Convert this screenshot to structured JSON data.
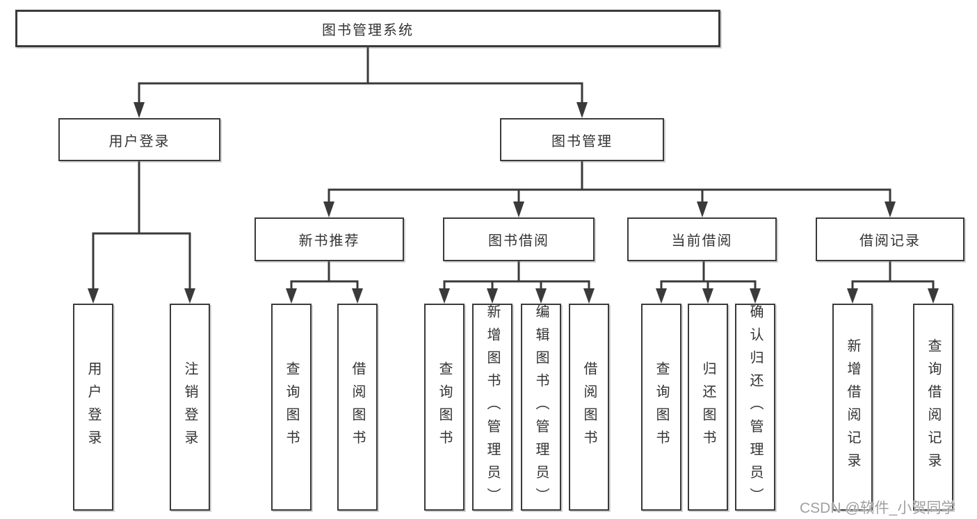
{
  "tree": {
    "root": "图书管理系统",
    "branches": [
      {
        "label": "用户登录",
        "children": [
          "用户登录",
          "注销登录"
        ]
      },
      {
        "label": "图书管理",
        "children": [
          {
            "label": "新书推荐",
            "children": [
              "查询图书",
              "借阅图书"
            ]
          },
          {
            "label": "图书借阅",
            "children": [
              "查询图书",
              "新增图书（管理员）",
              "编辑图书（管理员）",
              "借阅图书"
            ]
          },
          {
            "label": "当前借阅",
            "children": [
              "查询图书",
              "归还图书",
              "确认归还（管理员）"
            ]
          },
          {
            "label": "借阅记录",
            "children": [
              "新增借阅记录",
              "查询借阅记录"
            ]
          }
        ]
      }
    ]
  },
  "colors": {
    "line": "#3a3a3a",
    "text": "#333333",
    "watermark": "#a0a0a0",
    "background": "#ffffff"
  },
  "watermark": "CSDN @软件_小贺同学"
}
